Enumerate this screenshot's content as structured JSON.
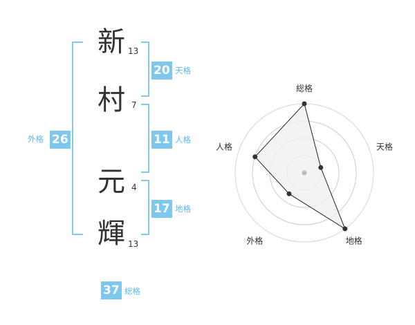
{
  "name": {
    "chars": [
      {
        "char": "新",
        "strokes": "13"
      },
      {
        "char": "村",
        "strokes": "7"
      },
      {
        "char": "元",
        "strokes": "4"
      },
      {
        "char": "輝",
        "strokes": "13"
      }
    ]
  },
  "fortunes": {
    "tenkaku": {
      "value": "20",
      "label": "天格"
    },
    "jinkaku": {
      "value": "11",
      "label": "人格"
    },
    "chikaku": {
      "value": "17",
      "label": "地格"
    },
    "gaikaku": {
      "value": "26",
      "label": "外格"
    },
    "soukaku": {
      "value": "37",
      "label": "総格"
    }
  },
  "chart_data": {
    "type": "radar",
    "axes": [
      "総格",
      "天格",
      "地格",
      "外格",
      "人格"
    ],
    "values": [
      4,
      1,
      4,
      1.5,
      3
    ],
    "max": 4,
    "rings": 4,
    "colors": {
      "fill": "#f0f0f0",
      "line": "#222222",
      "grid": "#cccccc",
      "point": "#333333",
      "center": "#bbbbbb"
    }
  },
  "colors": {
    "accent": "#7ec8f0",
    "bracket": "#80c8f0",
    "text": "#333333"
  }
}
